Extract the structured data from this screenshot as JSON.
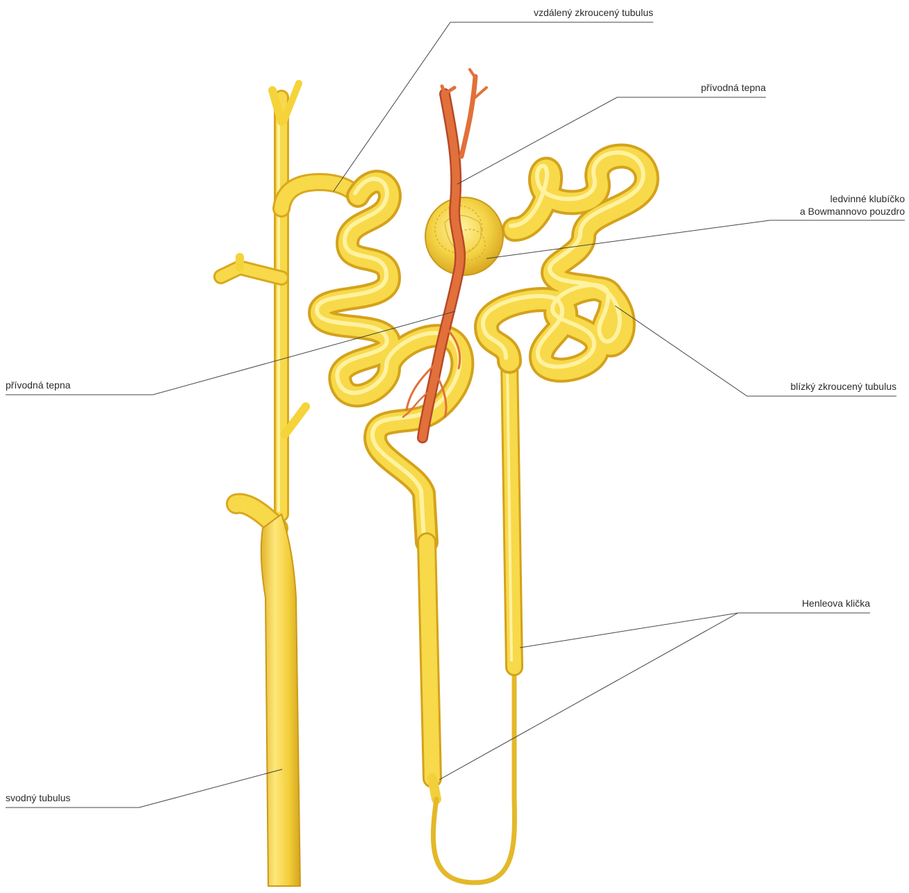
{
  "labels": {
    "distal_tubule": "vzdálený zkroucený tubulus",
    "afferent_artery_top": "přívodná tepna",
    "glomerulus_line1": "ledvinné klubíčko",
    "glomerulus_line2": "a Bowmannovo pouzdro",
    "afferent_artery_left": "přívodná tepna",
    "proximal_tubule": "blízký zkroucený tubulus",
    "loop_of_henle": "Henleova klička",
    "collecting_duct": "svodný tubulus"
  },
  "colors": {
    "tubule_fill": "#f5d33a",
    "tubule_edge": "#d9a81e",
    "tubule_highlight": "#fff2a0",
    "artery": "#e2703a",
    "artery_edge": "#b6482a",
    "leader_line": "#444444"
  }
}
